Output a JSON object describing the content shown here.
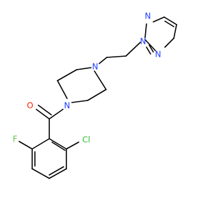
{
  "molecule": {
    "atoms": {
      "N_triazole_top": {
        "symbol": "N",
        "color": "#1f3fff"
      },
      "N_triazole_attach": {
        "symbol": "N",
        "color": "#1f3fff"
      },
      "N_triazole_bottom": {
        "symbol": "N",
        "color": "#1f3fff"
      },
      "N_piperazine_top": {
        "symbol": "N",
        "color": "#1f3fff"
      },
      "N_piperazine_amide": {
        "symbol": "N",
        "color": "#1f3fff"
      },
      "O_carbonyl": {
        "symbol": "O",
        "color": "#ff2200"
      },
      "F": {
        "symbol": "F",
        "color": "#66c244"
      },
      "Cl": {
        "symbol": "Cl",
        "color": "#2fbf2f"
      }
    }
  }
}
